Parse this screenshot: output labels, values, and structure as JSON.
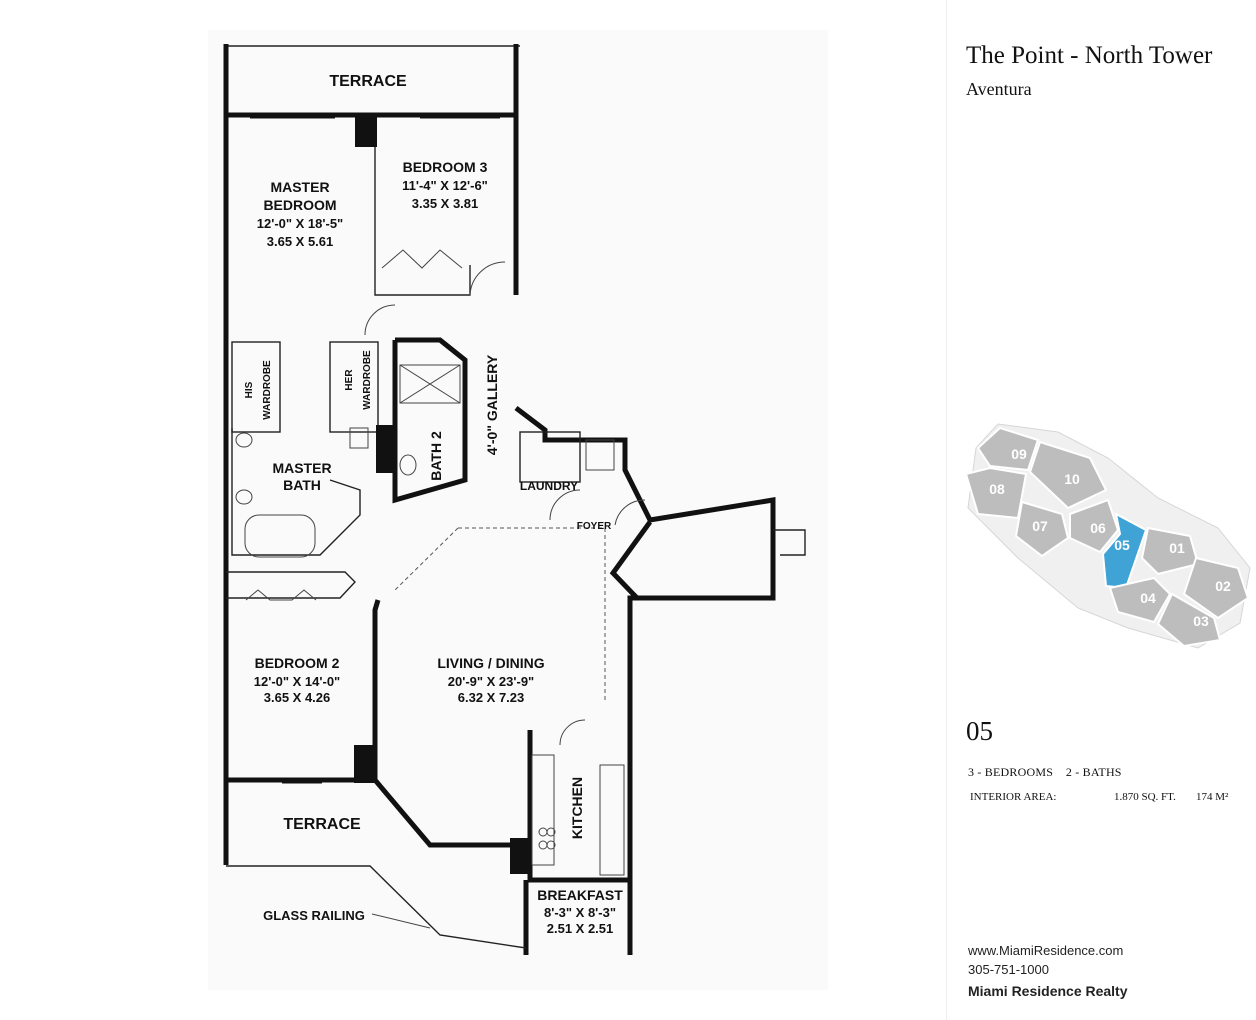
{
  "header": {
    "building": "The Point - North Tower",
    "area": "Aventura"
  },
  "plan_labels": {
    "terrace_top": "TERRACE",
    "master_bedroom": [
      "MASTER",
      "BEDROOM",
      "12'-0\" X 18'-5\"",
      "3.65 X 5.61"
    ],
    "bedroom3": [
      "BEDROOM 3",
      "11'-4\" X 12'-6\"",
      "3.35 X 3.81"
    ],
    "his_wardrobe": [
      "HIS",
      "WARDROBE"
    ],
    "her_wardrobe": [
      "HER",
      "WARDROBE"
    ],
    "master_bath": [
      "MASTER",
      "BATH"
    ],
    "bath2": "BATH 2",
    "gallery": "4'-0\" GALLERY",
    "laundry": "LAUNDRY",
    "foyer": "FOYER",
    "bedroom2": [
      "BEDROOM 2",
      "12'-0\" X 14'-0\"",
      "3.65 X 4.26"
    ],
    "living_dining": [
      "LIVING / DINING",
      "20'-9\" X 23'-9\"",
      "6.32 X 7.23"
    ],
    "kitchen": "KITCHEN",
    "terrace_bottom": "TERRACE",
    "breakfast": [
      "BREAKFAST",
      "8'-3\" X 8'-3\"",
      "2.51 X 2.51"
    ],
    "glass_railing": "GLASS RAILING"
  },
  "keyplan": {
    "units": [
      "09",
      "10",
      "08",
      "07",
      "06",
      "05",
      "01",
      "02",
      "04",
      "03"
    ],
    "selected": "05",
    "selected_color": "#3fa3d6",
    "unit_color": "#bdbdbd"
  },
  "unit_info": {
    "number": "05",
    "rooms": "3 - BEDROOMS    2 - BATHS",
    "interior_label": "INTERIOR AREA:",
    "sqft": "1.870 SQ. FT.",
    "sqm": "174 M²"
  },
  "contact": {
    "website": "www.MiamiResidence.com",
    "phone": "305-751-1000",
    "company": "Miami Residence Realty"
  }
}
